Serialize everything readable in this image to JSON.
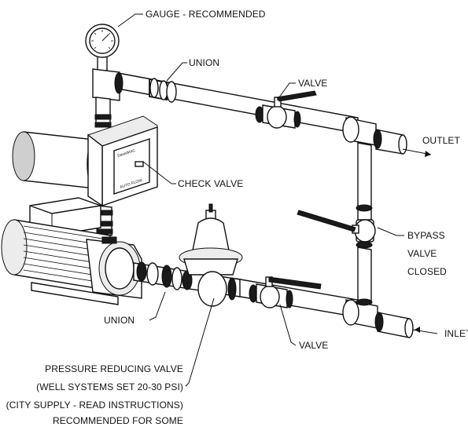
{
  "labels": {
    "gauge": "GAUGE - RECOMMENDED",
    "union_top": "UNION",
    "valve_top": "VALVE",
    "outlet": "OUTLET",
    "check_valve": "CHECK VALVE",
    "bypass_1": "BYPASS",
    "bypass_2": "VALVE",
    "bypass_3": "CLOSED",
    "union_bottom": "UNION",
    "valve_bottom": "VALVE",
    "inlet": "INLET",
    "prv_1": "PRESSURE REDUCING VALVE",
    "prv_2": "(WELL SYSTEMS SET 20-30 PSI)",
    "prv_3": "(CITY SUPPLY - READ INSTRUCTIONS)",
    "prv_4": "RECOMMENDED FOR SOME"
  },
  "controller_text": {
    "brand": "DavisMAC",
    "text": "AUTO FLOW"
  }
}
